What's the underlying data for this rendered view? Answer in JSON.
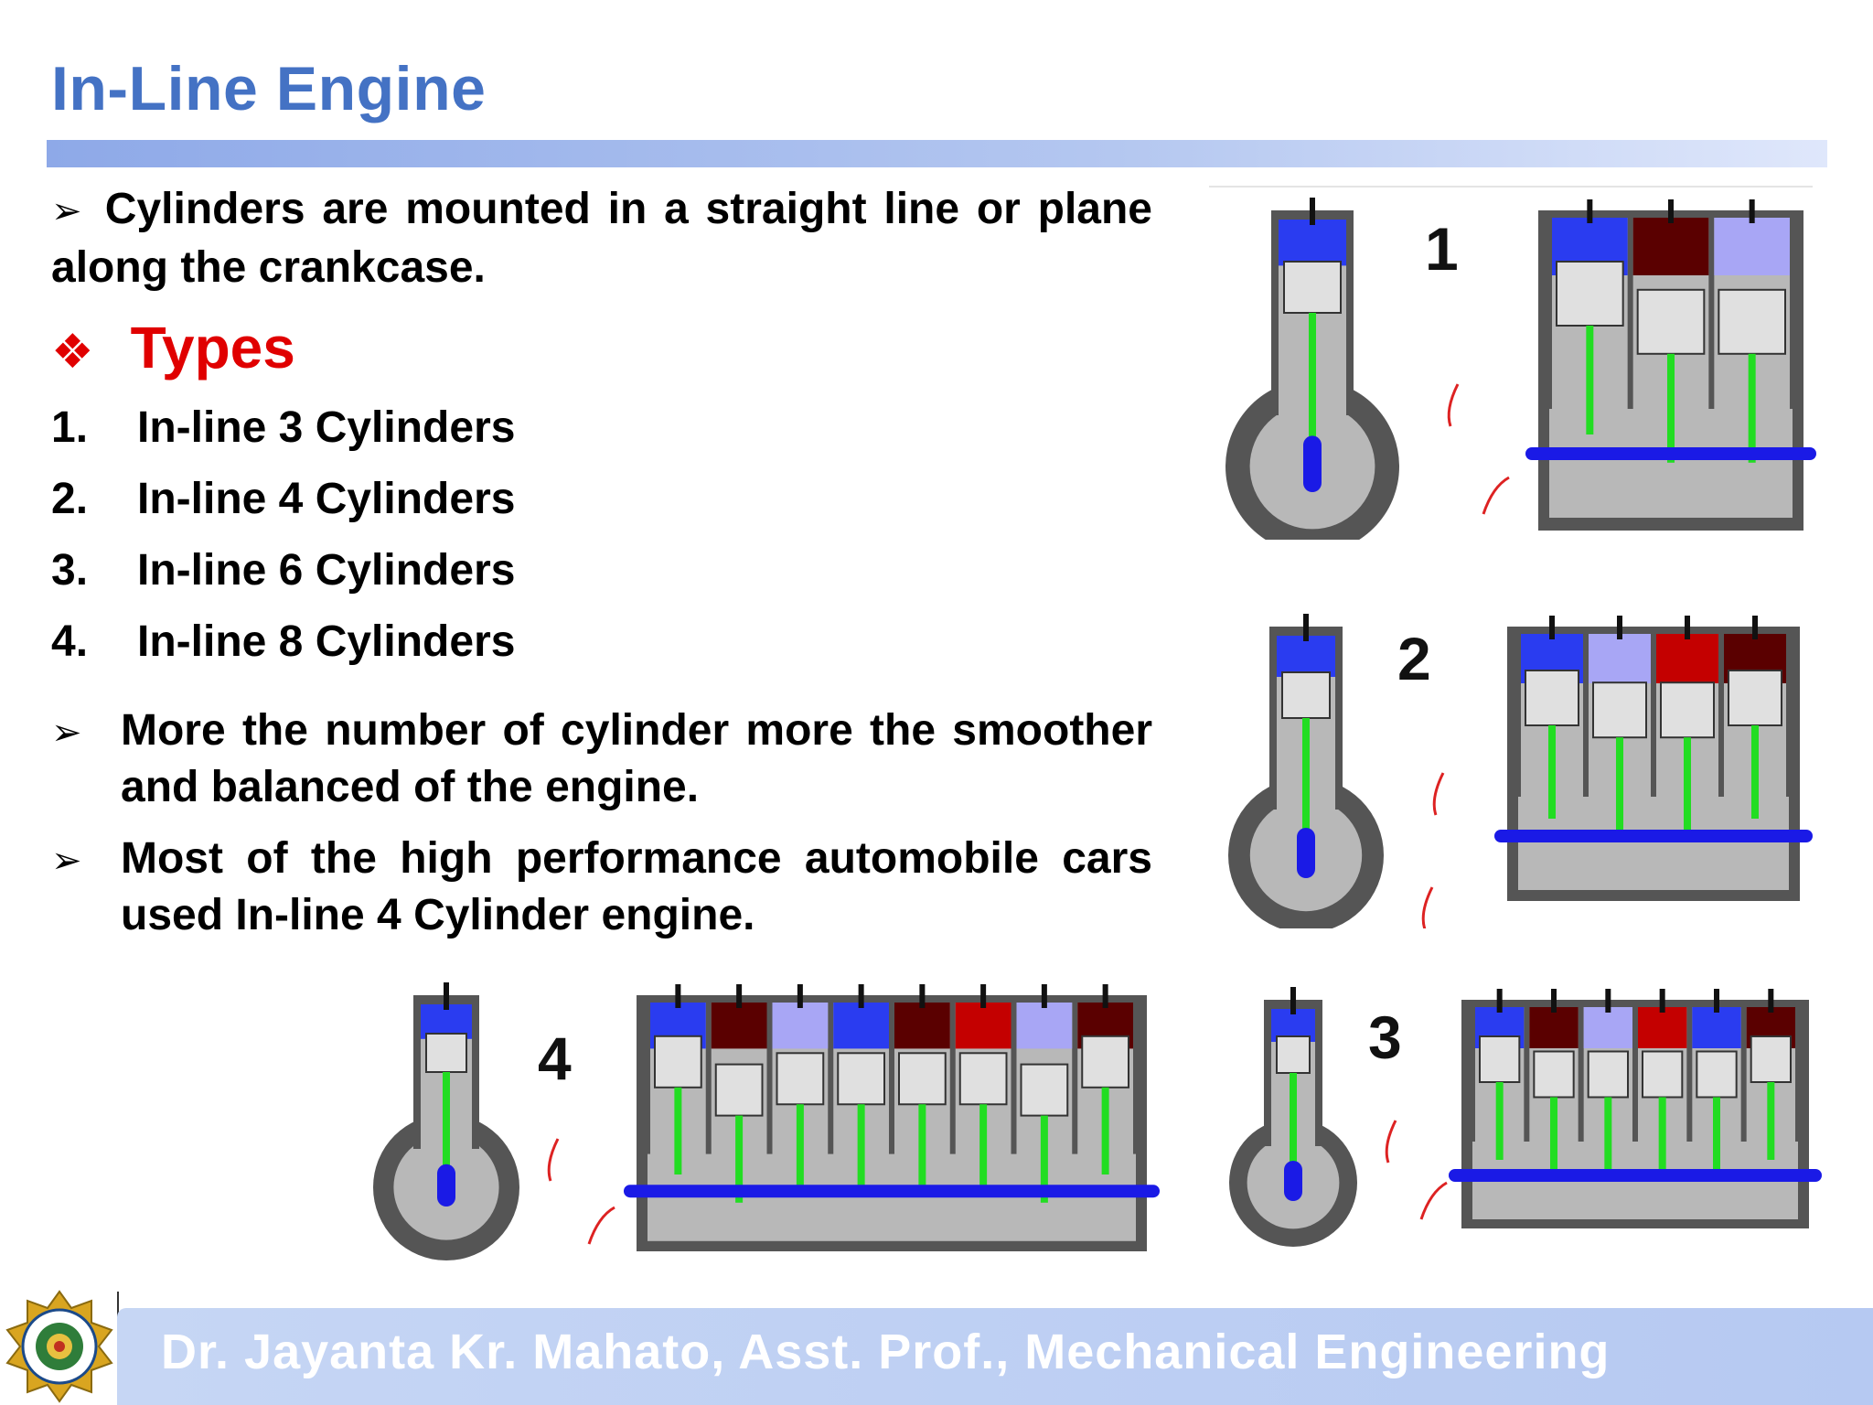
{
  "title": "In-Line Engine",
  "intro": {
    "bullet": "➢",
    "text": "Cylinders are mounted in a straight line or plane along the crankcase."
  },
  "types": {
    "bullet": "❖",
    "heading": "Types",
    "items": [
      {
        "num": "1.",
        "label": "In-line 3 Cylinders"
      },
      {
        "num": "2.",
        "label": "In-line 4 Cylinders"
      },
      {
        "num": "3.",
        "label": "In-line 6 Cylinders"
      },
      {
        "num": "4.",
        "label": "In-line 8 Cylinders"
      }
    ]
  },
  "points": [
    {
      "bullet": "➢",
      "text": "More the number of cylinder more the smoother and balanced of the engine."
    },
    {
      "bullet": "➢",
      "text": "Most of the high performance automobile cars used In-line 4 Cylinder engine."
    }
  ],
  "diagrams": [
    {
      "label": "1",
      "cylinders": 3
    },
    {
      "label": "2",
      "cylinders": 4
    },
    {
      "label": "3",
      "cylinders": 6
    },
    {
      "label": "4",
      "cylinders": 8
    }
  ],
  "footer": "Dr. Jayanta Kr. Mahato, Asst. Prof., Mechanical Engineering",
  "colors": {
    "title": "#4472c4",
    "types": "#e00000",
    "head_blue": "#2a3cf0",
    "head_light": "#a8a6f5",
    "head_dark": "#5a0000",
    "head_red": "#c40000",
    "rod": "#22dd22",
    "crank": "#1a1ae6",
    "casing": "#555555"
  }
}
